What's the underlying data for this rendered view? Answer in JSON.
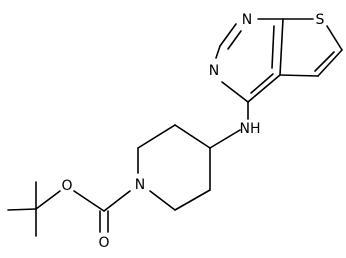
{
  "molecule": {
    "atom_labels": {
      "S": "S",
      "N_top": "N",
      "N_left": "N",
      "NH": "NH",
      "N_pip": "N",
      "O_ester": "O",
      "O_carbonyl": "O"
    },
    "colors": {
      "bond": "#000000",
      "label": "#000000",
      "background": "#ffffff"
    }
  }
}
